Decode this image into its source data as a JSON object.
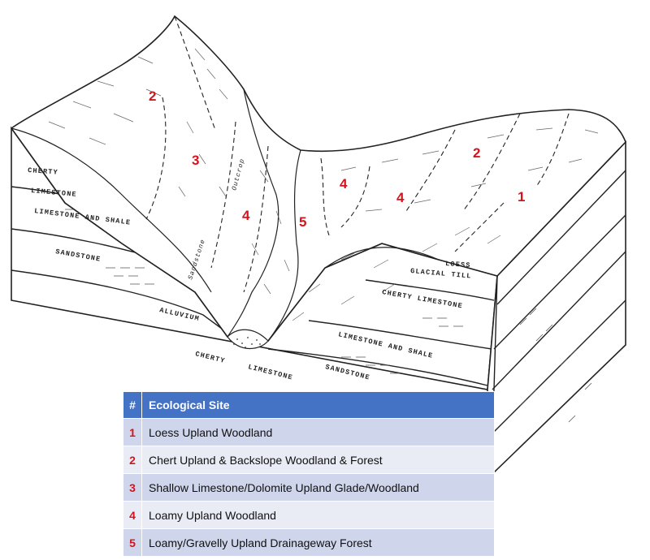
{
  "strata_labels": {
    "cherty_limestone_left": "CHERTY",
    "cherty_limestone_left2": "LIMESTONE",
    "limestone_shale_left": "LIMESTONE AND SHALE",
    "sandstone_left": "SANDSTONE",
    "sandstone_outcrop": "Sandstone",
    "outcrop": "Outcrop",
    "alluvium": "ALLUVIUM",
    "cherty_limestone_bottom": "CHERTY",
    "limestone_bottom": "LIMESTONE",
    "sandstone_bottom": "SANDSTONE",
    "limestone_shale_right": "LIMESTONE AND SHALE",
    "cherty_limestone_right": "CHERTY  LIMESTONE",
    "loess": "LOESS",
    "glacial_till": "GLACIAL TILL"
  },
  "site_markers": {
    "m1": "2",
    "m2": "3",
    "m3": "4",
    "m4": "5",
    "m5": "4",
    "m6": "4",
    "m7": "2",
    "m8": "1"
  },
  "legend": {
    "header_num": "#",
    "header_site": "Ecological Site",
    "rows": [
      {
        "num": "1",
        "site": "Loess Upland Woodland"
      },
      {
        "num": "2",
        "site": "Chert Upland & Backslope Woodland & Forest"
      },
      {
        "num": "3",
        "site": "Shallow Limestone/Dolomite Upland Glade/Woodland"
      },
      {
        "num": "4",
        "site": "Loamy Upland Woodland"
      },
      {
        "num": "5",
        "site": "Loamy/Gravelly Upland Drainageway Forest"
      }
    ]
  }
}
